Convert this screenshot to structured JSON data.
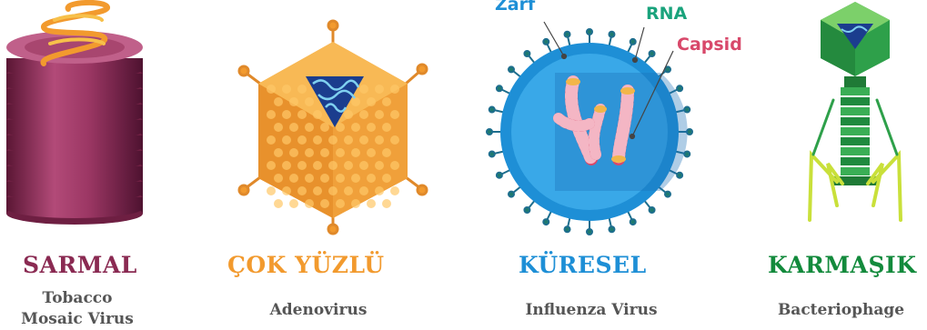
{
  "colors": {
    "helical": "#8a2a52",
    "polyhedral": "#f29a2e",
    "spherical": "#1e8fd6",
    "complex": "#138a3c",
    "subtitle": "#555555",
    "label_zarf": "#1e8fd6",
    "label_rna": "#1aa37c",
    "label_capsid": "#d8486a"
  },
  "panels": [
    {
      "title": "SARMAL",
      "subtitle_lines": [
        "Tobacco",
        "Mosaic Virus"
      ],
      "icon": "helical-virus-icon"
    },
    {
      "title": "ÇOK YÜZLÜ",
      "subtitle_lines": [
        "Adenovirus"
      ],
      "icon": "polyhedral-virus-icon"
    },
    {
      "title": "KÜRESEL",
      "subtitle_lines": [
        "Influenza Virus"
      ],
      "icon": "spherical-virus-icon"
    },
    {
      "title": "KARMAŞIK",
      "subtitle_lines": [
        "Bacteriophage"
      ],
      "icon": "bacteriophage-icon"
    }
  ],
  "callouts": {
    "zarf": "Zarf",
    "rna": "RNA",
    "capsid": "Capsid"
  }
}
